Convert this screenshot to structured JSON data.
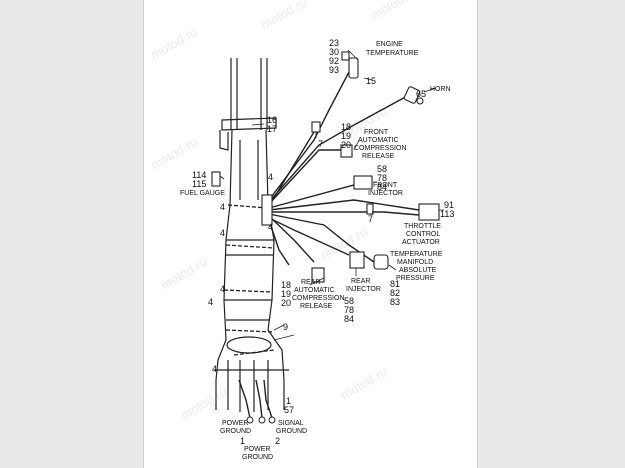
{
  "watermark": "motod.ru",
  "callouts": {
    "engine_temp_nums": [
      "23",
      "30",
      "92",
      "93"
    ],
    "engine_temp_label": [
      "ENGINE",
      "TEMPERATURE"
    ],
    "n15": "15",
    "n65": "65",
    "horn": "HORN",
    "n16_17": [
      "16",
      "17"
    ],
    "n7_top": "7",
    "front_acr_nums": [
      "18",
      "19",
      "20"
    ],
    "front_acr_label": [
      "FRONT",
      "AUTOMATIC",
      "COMPRESSION",
      "RELEASE"
    ],
    "front_inj_nums": [
      "58",
      "78",
      "84"
    ],
    "front_inj_label": [
      "FRONT",
      "INJECTOR"
    ],
    "fuel_nums": [
      "114",
      "115"
    ],
    "fuel_label": "FUEL GAUGE",
    "n4_a": "4",
    "n4_b": "4",
    "n4_c": "4",
    "n4_d": "4",
    "n4_e": "4",
    "n4_f": "4",
    "n4_g": "4",
    "n7_mid": "7",
    "throttle_nums": [
      "91",
      "113"
    ],
    "throttle_label": [
      "THROTTLE",
      "CONTROL",
      "ACTUATOR"
    ],
    "rear_acr_nums": [
      "18",
      "19",
      "20"
    ],
    "rear_acr_label": [
      "REAR",
      "AUTOMATIC",
      "COMPRESSION",
      "RELEASE"
    ],
    "rear_inj_label": [
      "REAR",
      "INJECTOR"
    ],
    "rear_inj_nums": [
      "58",
      "78",
      "84"
    ],
    "tmap_label": [
      "TEMPERATURE",
      "MANIFOLD",
      "ABSOLUTE",
      "PRESSURE"
    ],
    "tmap_nums": [
      "81",
      "82",
      "83"
    ],
    "n9": "9",
    "n1_57": [
      "1",
      "57"
    ],
    "n1": "1",
    "n2": "2",
    "power_ground_1": [
      "POWER",
      "GROUND"
    ],
    "power_ground_2": [
      "POWER",
      "GROUND"
    ],
    "signal_ground": [
      "SIGNAL",
      "GROUND"
    ]
  }
}
